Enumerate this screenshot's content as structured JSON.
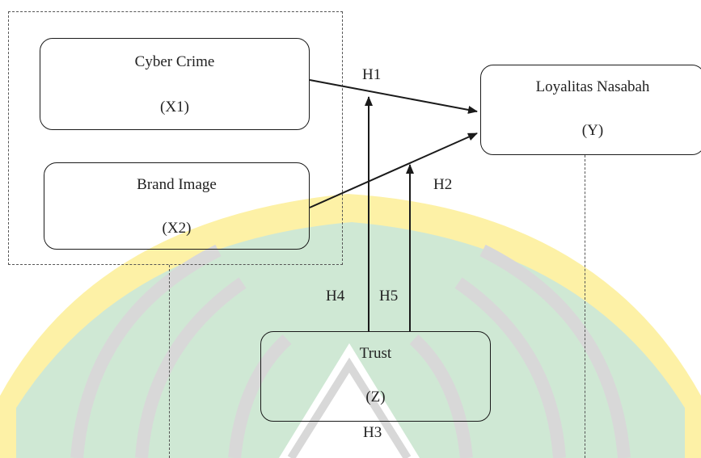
{
  "colors": {
    "stroke": "#1a1a1a",
    "text": "#222222",
    "dash": "#555555",
    "watermark_green": "#cfe8d4",
    "watermark_yellow": "#fdf1a6",
    "watermark_gray": "#d8d8d8"
  },
  "nodes": {
    "x1": {
      "title": "Cyber Crime",
      "code": "(X1)"
    },
    "x2": {
      "title": "Brand Image",
      "code": "(X2)"
    },
    "y": {
      "title": "Loyalitas Nasabah",
      "code": "(Y)"
    },
    "z": {
      "title": "Trust",
      "code": "(Z)"
    }
  },
  "hypotheses": {
    "h1": "H1",
    "h2": "H2",
    "h3": "H3",
    "h4": "H4",
    "h5": "H5"
  },
  "watermark": {
    "icon": "uin-logo-watermark"
  }
}
